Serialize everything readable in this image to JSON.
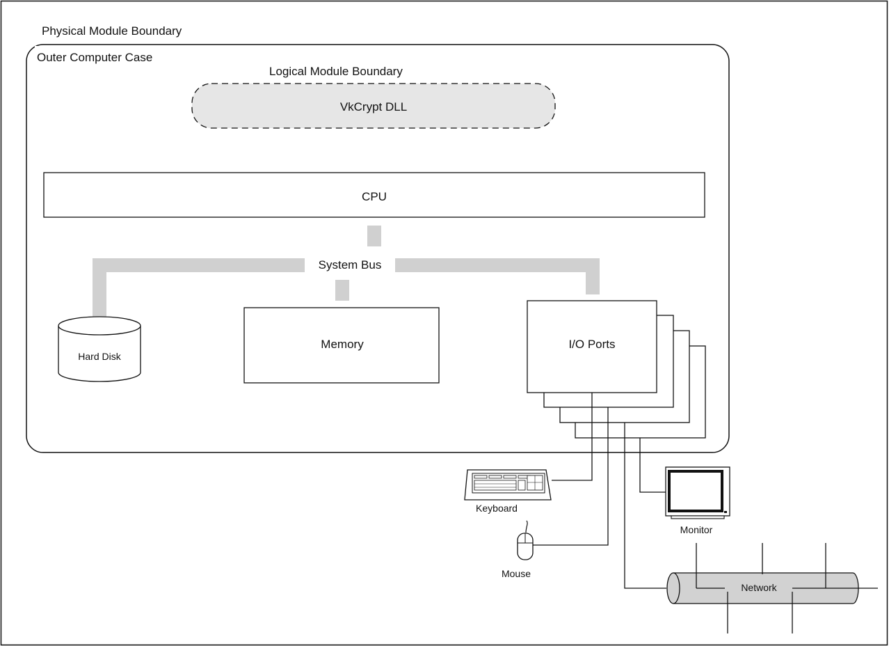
{
  "labels": {
    "physical_boundary": "Physical Module Boundary",
    "outer_case": "Outer Computer Case",
    "logical_boundary": "Logical Module Boundary",
    "dll": "VkCrypt DLL",
    "cpu": "CPU",
    "system_bus": "System Bus",
    "hard_disk": "Hard Disk",
    "memory": "Memory",
    "io_ports": "I/O Ports",
    "keyboard": "Keyboard",
    "mouse": "Mouse",
    "monitor": "Monitor",
    "network": "Network"
  },
  "colors": {
    "line": "#111111",
    "bus_fill": "#d0d0d0",
    "dll_fill": "#e6e6e6",
    "network_fill": "#d2d2d2"
  }
}
